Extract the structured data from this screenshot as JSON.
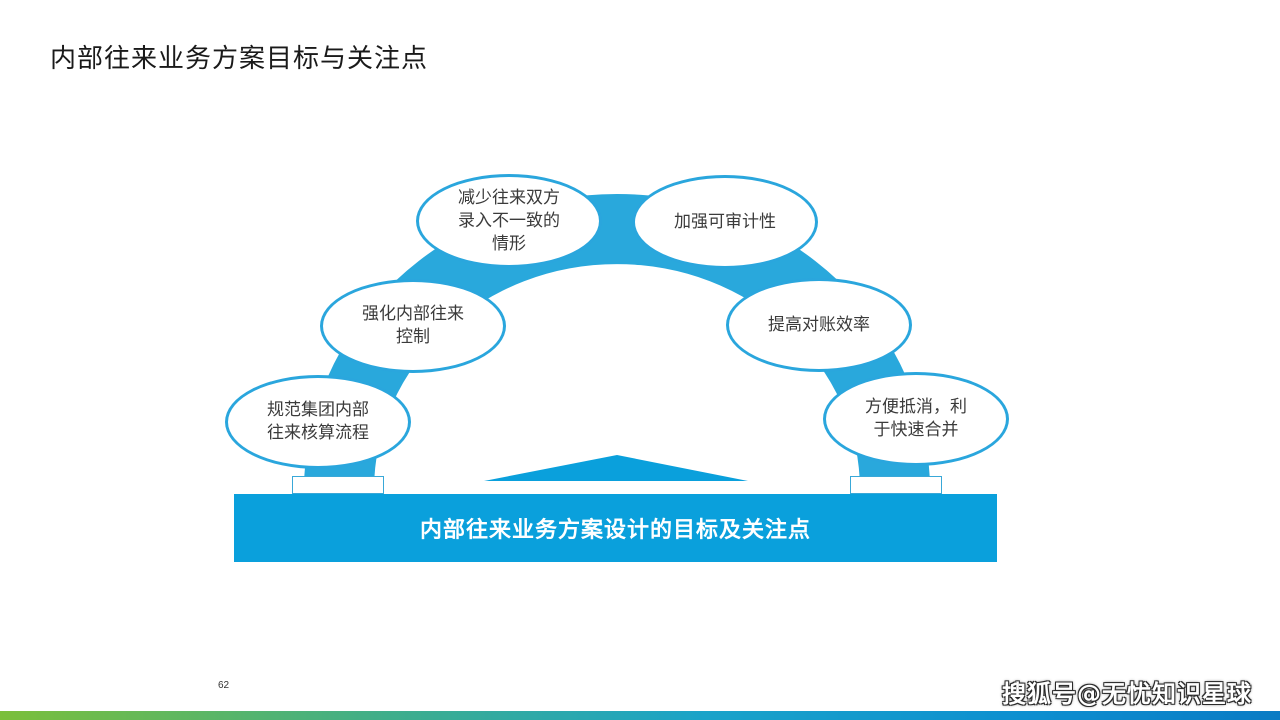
{
  "slide": {
    "title": "内部往来业务方案目标与关注点",
    "page_number": "62",
    "watermark": "搜狐号@无忧知识星球"
  },
  "diagram": {
    "base_label": "内部往来业务方案设计的目标及关注点",
    "nodes": [
      {
        "text": "规范集团内部\n往来核算流程"
      },
      {
        "text": "强化内部往来\n控制"
      },
      {
        "text": "减少往来双方\n录入不一致的\n情形"
      },
      {
        "text": "加强可审计性"
      },
      {
        "text": "提高对账效率"
      },
      {
        "text": "方便抵消，利\n于快速合并"
      }
    ]
  },
  "colors": {
    "arch_blue": "#29a8dc",
    "bar_blue": "#0aa0dc",
    "text_dark": "#3b3b3b"
  }
}
